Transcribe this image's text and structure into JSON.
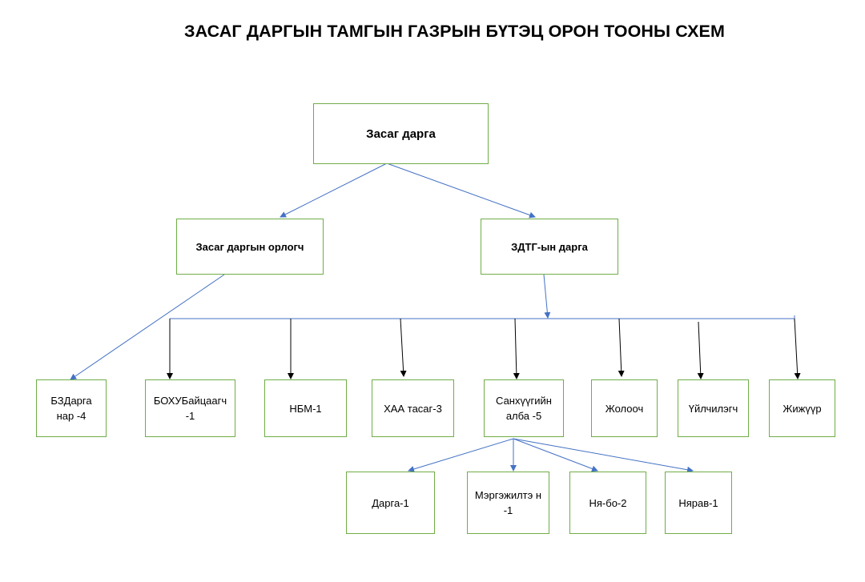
{
  "title": "ЗАСАГ ДАРГЫН ТАМГЫН ГАЗРЫН БҮТЭЦ ОРОН ТООНЫ СХЕМ",
  "colors": {
    "box_border": "#70ad47",
    "blue_line": "#4472c4",
    "black_line": "#000000"
  },
  "nodes": {
    "governor": "Засаг дарга",
    "deputy": "Засаг даргын орлогч",
    "office_head": "ЗДТГ-ын дарга",
    "bz_heads": "БЗДарга нар -4",
    "bohu_inspector": "БОХУБайцаагч -1",
    "nbm": "НБМ-1",
    "haa_section": "ХАА тасаг-3",
    "finance_unit": "Санхүүгийн алба -5",
    "driver": "Жолооч",
    "service_worker": "Үйлчилэгч",
    "caretaker": "Жижүүр",
    "finance_head": "Дарга-1",
    "specialist": "Мэргэжилтэ н -1",
    "accountant": "Ня-бо-2",
    "storekeeper": "Нярав-1"
  }
}
